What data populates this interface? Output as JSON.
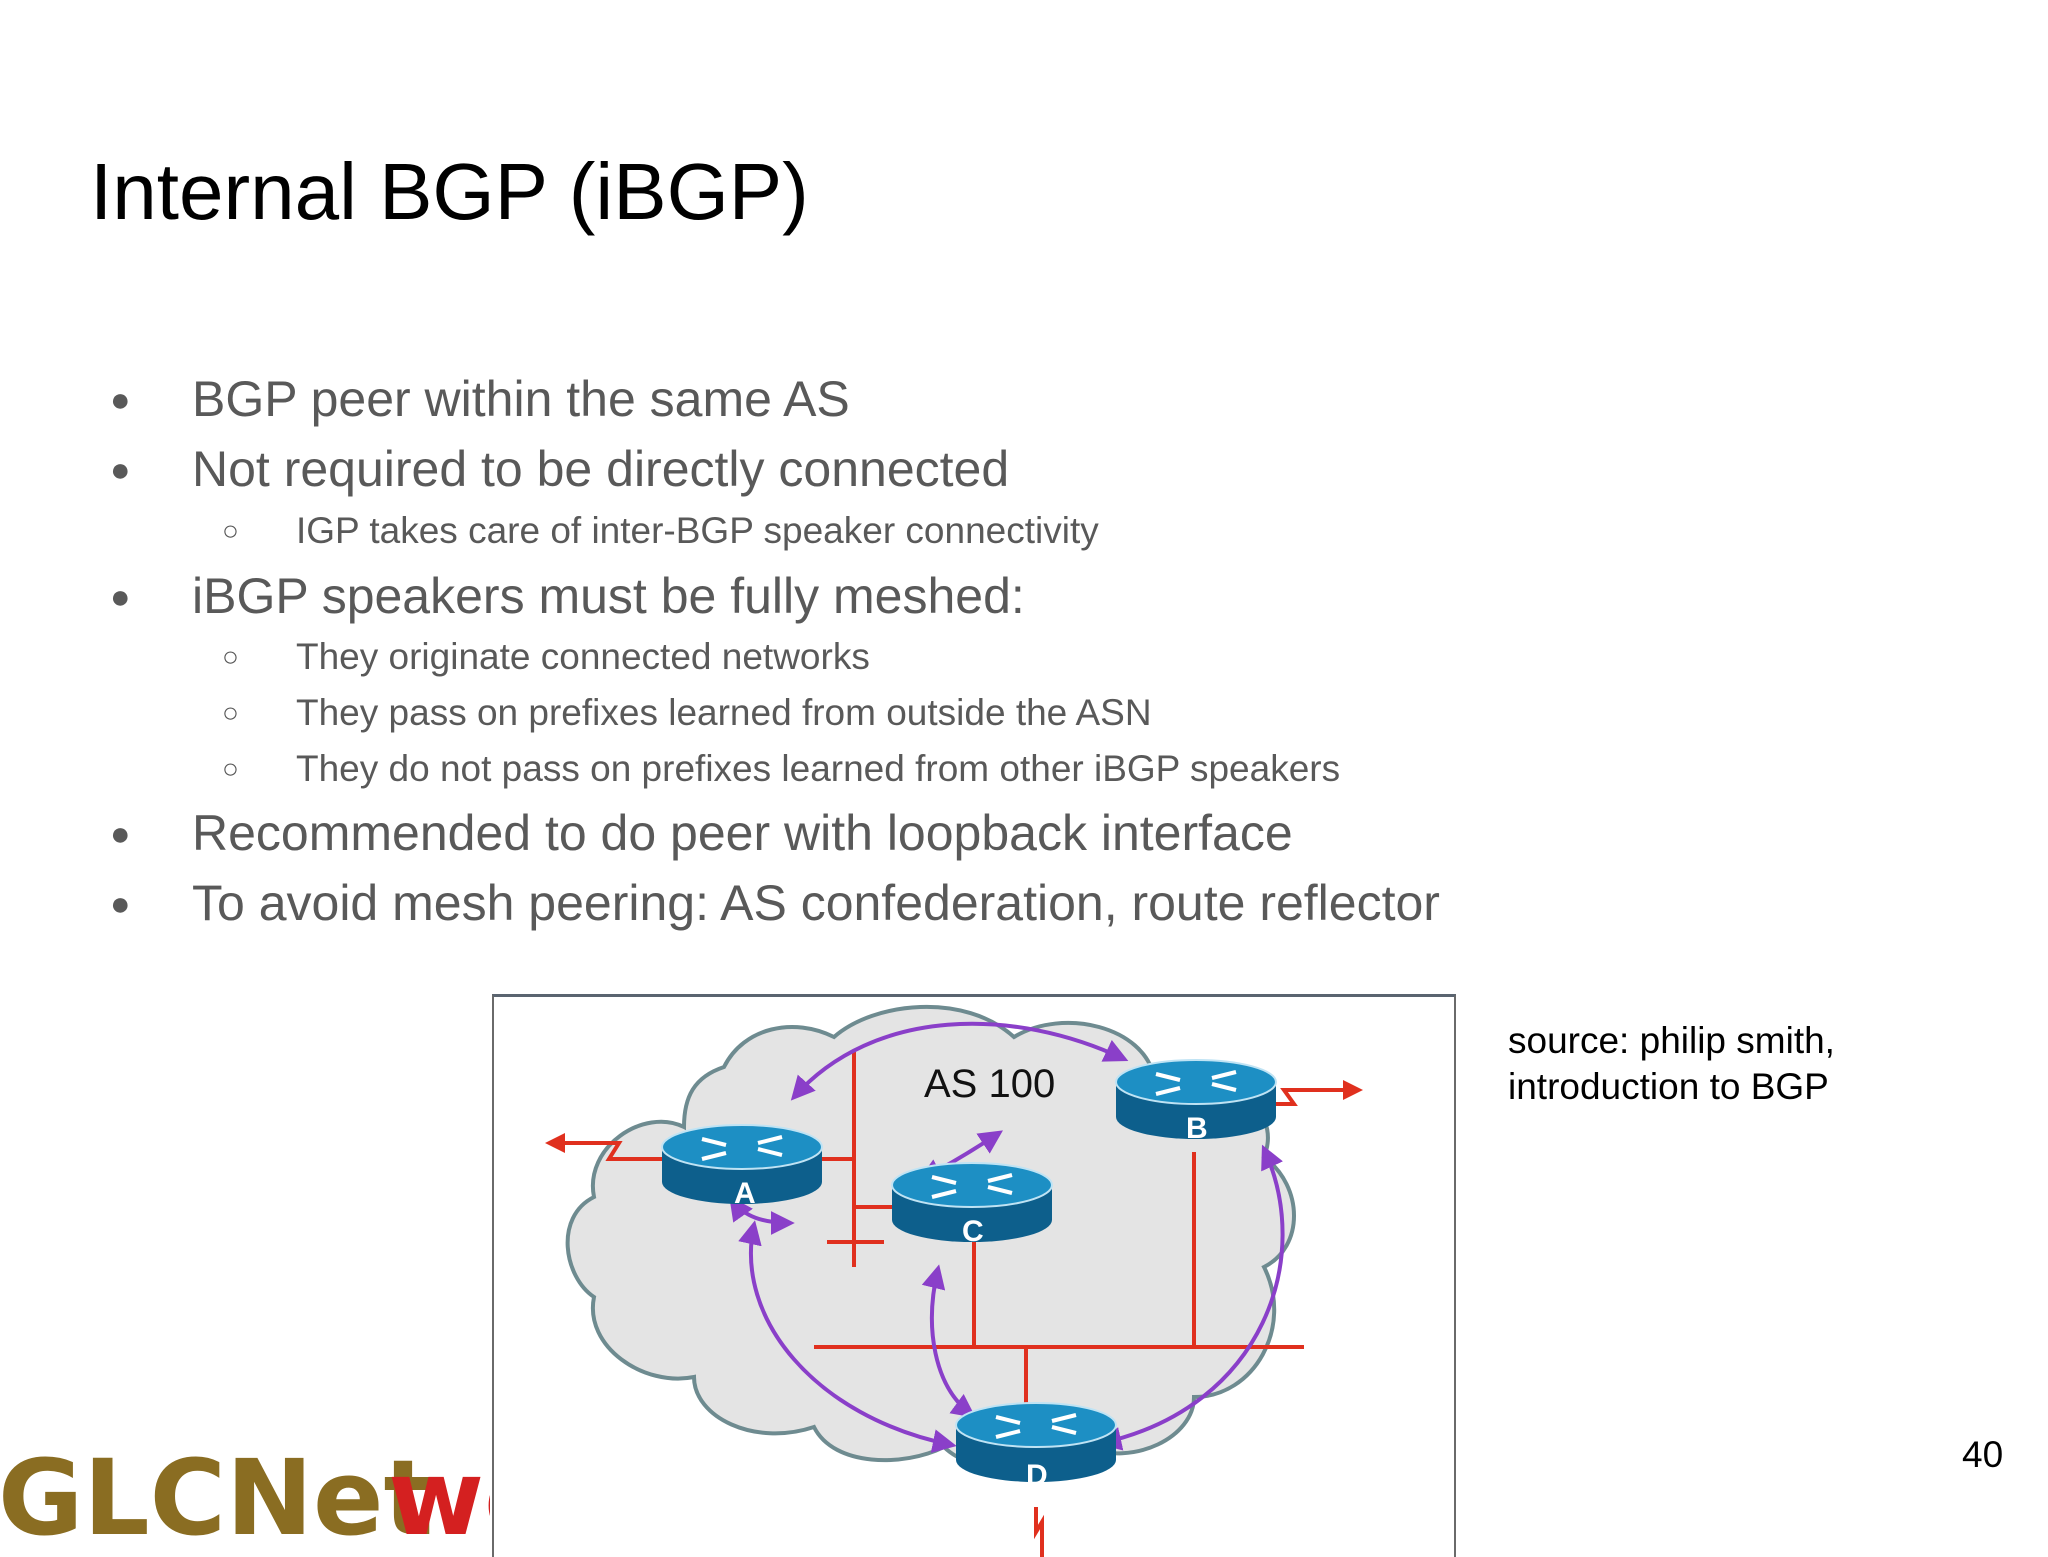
{
  "slide": {
    "title": "Internal BGP (iBGP)",
    "page_number": "40",
    "bullets": [
      {
        "level": 1,
        "marker": "●",
        "text": "BGP peer within the same AS"
      },
      {
        "level": 1,
        "marker": "●",
        "text": "Not required to be directly connected"
      },
      {
        "level": 2,
        "marker": "○",
        "text": "IGP takes care of inter-BGP speaker connectivity"
      },
      {
        "level": 1,
        "marker": "●",
        "text": "iBGP speakers must be fully meshed:"
      },
      {
        "level": 2,
        "marker": "○",
        "text": "They originate connected networks"
      },
      {
        "level": 2,
        "marker": "○",
        "text": "They pass on prefixes learned from outside the ASN"
      },
      {
        "level": 2,
        "marker": "○",
        "text": "They do not pass on prefixes learned from other iBGP speakers"
      },
      {
        "level": 1,
        "marker": "●",
        "text": "Recommended to do peer with loopback interface"
      },
      {
        "level": 1,
        "marker": "●",
        "text": "To avoid mesh peering: AS confederation, route reflector"
      }
    ],
    "source_caption": [
      "source: philip smith,",
      "introduction to BGP"
    ]
  },
  "diagram": {
    "as_label": "AS 100",
    "routers": [
      {
        "label": "A"
      },
      {
        "label": "B"
      },
      {
        "label": "C"
      },
      {
        "label": "D"
      }
    ],
    "colors": {
      "cloud_fill": "#e4e4e4",
      "cloud_stroke": "#6e8b90",
      "link": "#e0301e",
      "ibgp_session": "#8a3fc9",
      "router_top": "#1d8fc4",
      "router_side": "#0d5f8c"
    }
  },
  "logo": {
    "text_part1": "GLCNet",
    "text_part2": "wo",
    "colors": {
      "part1": "#8a6d22",
      "part2": "#d42020"
    }
  }
}
